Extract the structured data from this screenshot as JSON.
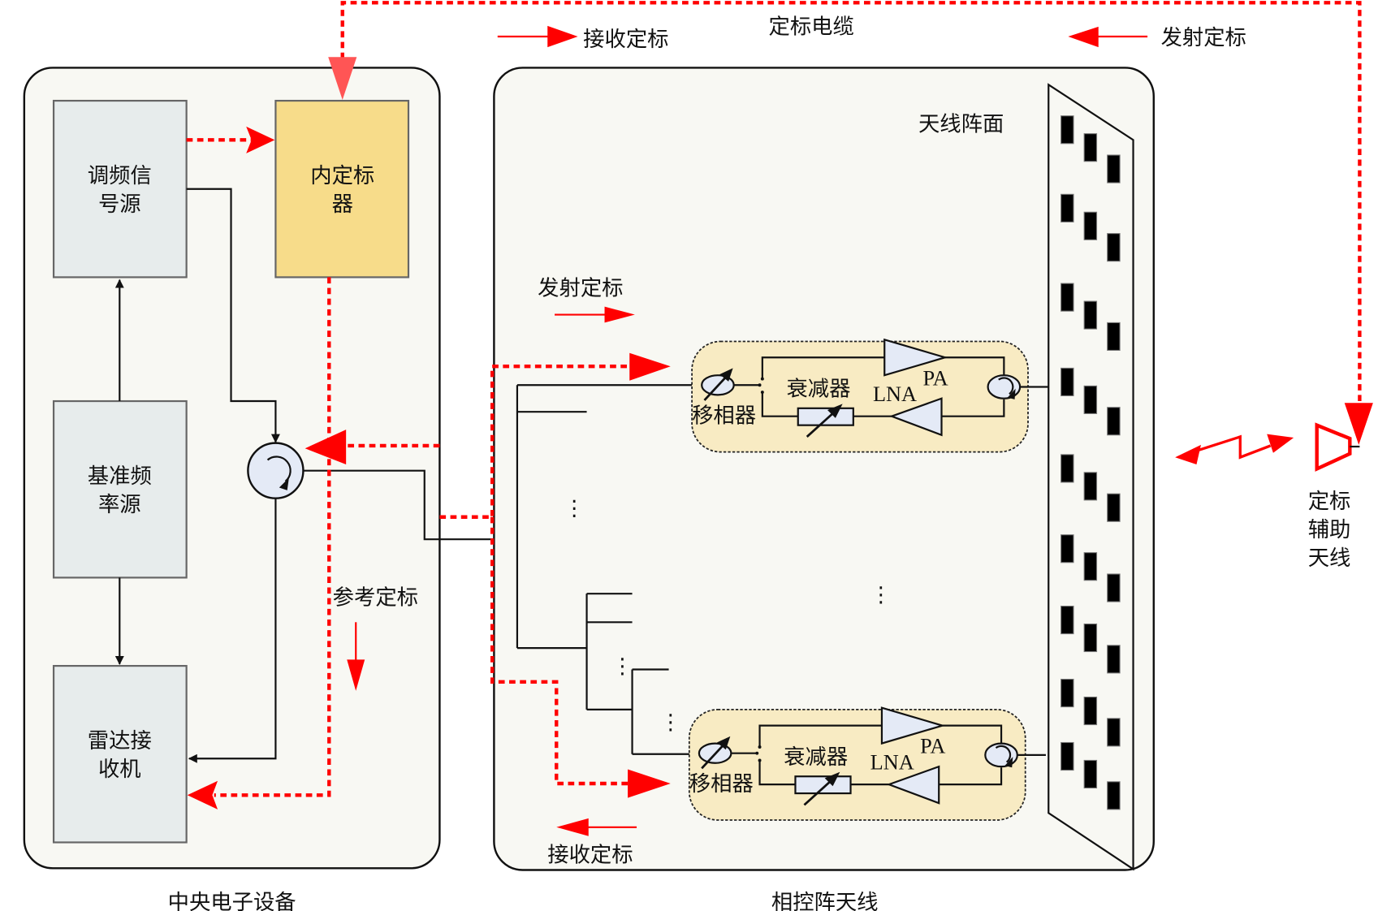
{
  "colors": {
    "panel_fill": "#f8f8f3",
    "block_fill": "#e7ecec",
    "calibrator_fill": "#f7dc8a",
    "module_fill": "#f8ebc3",
    "component_fill": "#e4eaf6",
    "calibration_path": "#ff0000"
  },
  "central_unit": {
    "caption": "中央电子设备",
    "blocks": {
      "fm_source": [
        "调频信",
        "号源"
      ],
      "internal_calibrator": [
        "内定标",
        "器"
      ],
      "reference_source": [
        "基准频",
        "率源"
      ],
      "radar_receiver": [
        "雷达接",
        "收机"
      ]
    },
    "reference_cal_label": "参考定标"
  },
  "phased_array": {
    "caption": "相控阵天线",
    "array_face_label": "天线阵面",
    "tx_cal_label": "发射定标",
    "rx_cal_label": "接收定标",
    "module": {
      "phase_shifter": "移相器",
      "attenuator": "衰减器",
      "pa": "PA",
      "lna": "LNA"
    },
    "ellipsis": "⋮"
  },
  "top": {
    "cable_label": "定标电缆",
    "rx_cal_label": "接收定标",
    "tx_cal_label": "发射定标"
  },
  "aux_antenna": {
    "label": [
      "定标",
      "辅助",
      "天线"
    ]
  }
}
